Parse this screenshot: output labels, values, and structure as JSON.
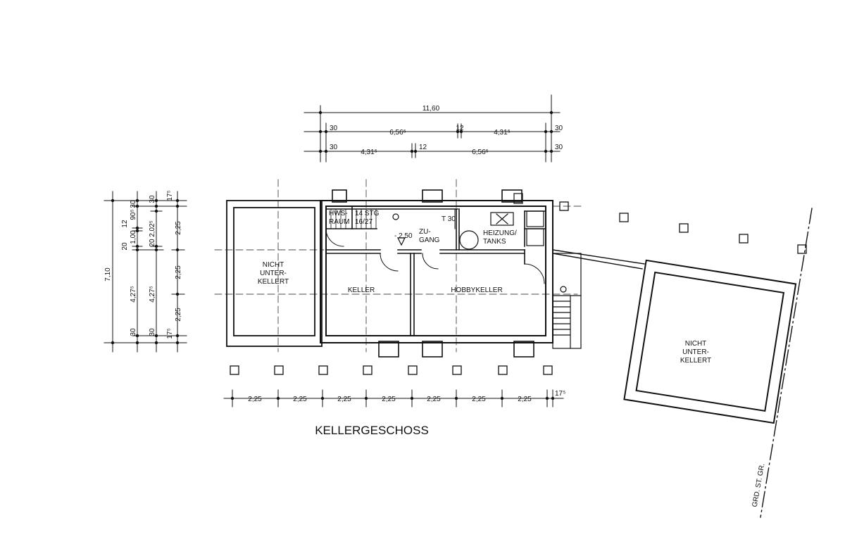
{
  "title": "KELLERGESCHOSS",
  "boundary_label": "GRD. ST. GR.",
  "rooms": {
    "hws_1": "HWS-",
    "hws_2": "RAUM",
    "stair_1": "14 STG",
    "stair_2": "16/27",
    "level": "- 2,50",
    "door_t30": "T 30",
    "zugang_1": "ZU-",
    "zugang_2": "GANG",
    "heizung_1": "HEIZUNG/",
    "heizung_2": "TANKS",
    "keller": "KELLER",
    "hobby": "HOBBYKELLER",
    "nu_left_1": "NICHT",
    "nu_left_2": "UNTER-",
    "nu_left_3": "KELLERT",
    "nu_right_1": "NICHT",
    "nu_right_2": "UNTER-",
    "nu_right_3": "KELLERT"
  },
  "dims": {
    "top_total": "11,60",
    "r1_a": "30",
    "r1_b": "6,56⁵",
    "r1_c": "12",
    "r1_d": "4,31⁵",
    "r1_e": "30",
    "r2_a": "30",
    "r2_b": "4,31⁵",
    "r2_c": "12",
    "r2_d": "6,56⁵",
    "r2_e": "30",
    "left_total": "7,10",
    "lA_1": "30",
    "lA_2": "12",
    "lA_3": "1,00",
    "lA_4": "20",
    "lA_5": "4,27⁵",
    "lA_6": "30",
    "lB_1": "30",
    "lB_2": "90⁵",
    "lB_3": "2,02⁵",
    "lB_4": "20",
    "lB_5": "4,27⁵",
    "lB_6": "30",
    "lC_1": "17⁵",
    "lC_2": "2,25",
    "lC_3": "2,25",
    "lC_4": "2,25",
    "lC_5": "17⁵",
    "b_1": "2,25",
    "b_2": "2,25",
    "b_3": "2,25",
    "b_4": "2,25",
    "b_5": "2,25",
    "b_6": "2,25",
    "b_7": "2,25",
    "b_8": "17⁵"
  }
}
